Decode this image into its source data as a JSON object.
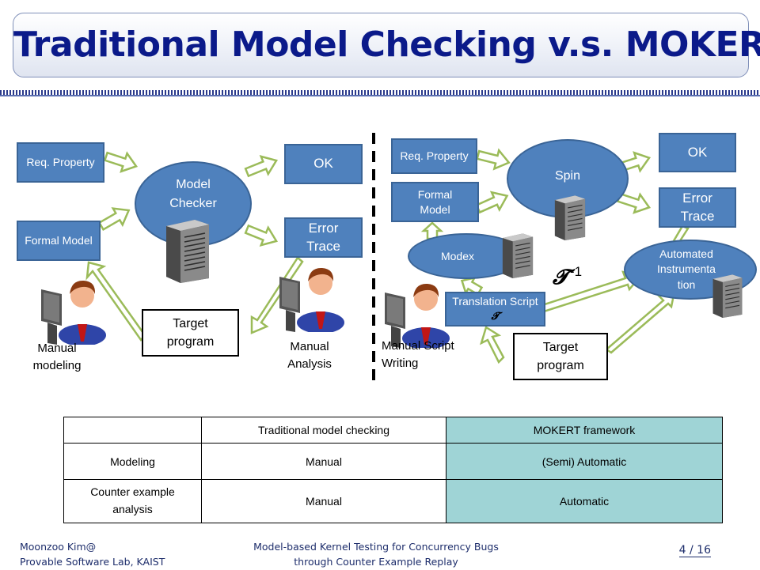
{
  "title": "Traditional Model Checking v.s. MOKERT",
  "left": {
    "req_property": "Req. Property",
    "formal_model": "Formal Model",
    "model_checker": "Model Checker",
    "ok": "OK",
    "error_trace": "Error Trace",
    "target_program": "Target program",
    "manual_modeling": "Manual modeling",
    "manual_analysis": "Manual Analysis"
  },
  "right": {
    "req_property": "Req. Property",
    "formal_model": "Formal Model",
    "spin": "Spin",
    "ok": "OK",
    "error_trace": "Error Trace",
    "modex": "Modex",
    "automated_instrumentation": "Automated Instrumenta tion",
    "translation_script": "Translation Script",
    "script_symbol": "𝓣",
    "inverse_symbol": "𝓣",
    "inverse_exp": "-1",
    "target_program": "Target program",
    "manual_script_writing": "Manual Script Writing"
  },
  "table": {
    "header": [
      "",
      "Traditional model checking",
      "MOKERT framework"
    ],
    "rows": [
      [
        "Modeling",
        "Manual",
        "(Semi) Automatic"
      ],
      [
        "Counter example analysis",
        "Manual",
        "Automatic"
      ]
    ]
  },
  "footer": {
    "author": "Moonzoo Kim@",
    "lab": "Provable Software Lab, KAIST",
    "talk_line1": "Model-based Kernel Testing for Concurrency Bugs",
    "talk_line2": "through Counter Example Replay",
    "page": "4 / 16"
  },
  "colors": {
    "title": "#0b1a8a",
    "box_fill": "#4f81bd",
    "box_border": "#3a6496",
    "arrow_fill": "#ffffff",
    "arrow_stroke": "#9bbb59",
    "mokert_column": "#9fd4d6",
    "footer_text": "#1d2d6b"
  },
  "icons": [
    "server-icon",
    "person-at-computer-icon"
  ]
}
